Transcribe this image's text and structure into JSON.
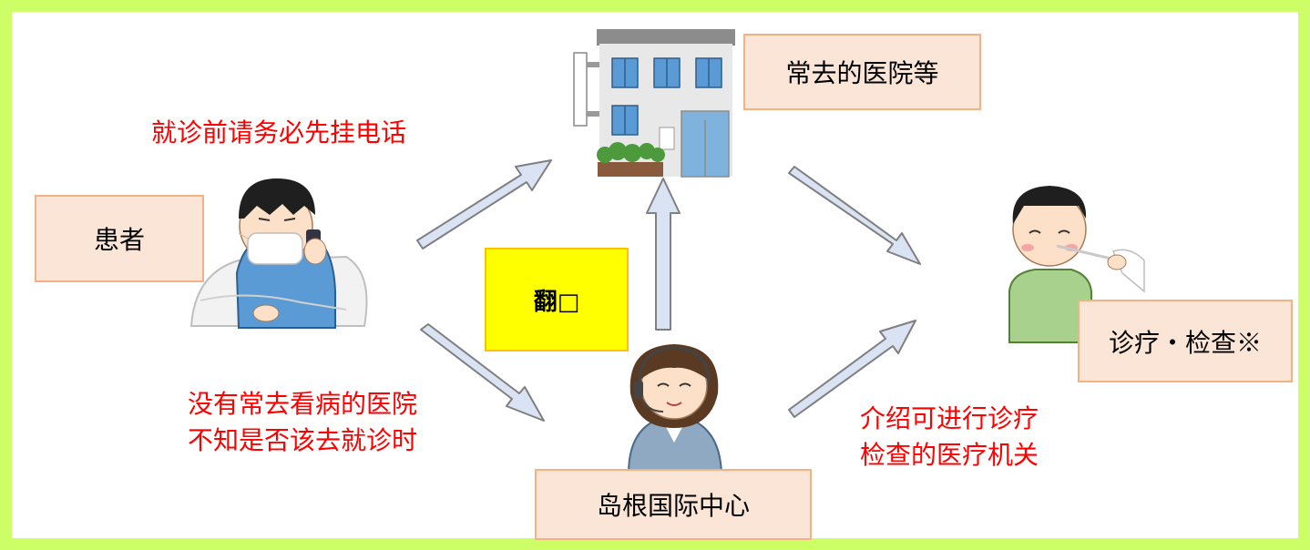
{
  "labels": {
    "clinic": "常去的医院等",
    "patient": "患者",
    "exam": "诊疗・检查※",
    "center": "岛根国际中心",
    "interpret": "翻□"
  },
  "notes": {
    "call_first": "就诊前请务必先挂电话",
    "no_clinic_line1": "没有常去看病的医院",
    "no_clinic_line2": "不知是否该去就诊时",
    "introduce_line1": "介绍可进行诊疗",
    "introduce_line2": "检查的医疗机关"
  },
  "colors": {
    "frame": "#ccff66",
    "box_fill": "#fbe5d6",
    "box_border": "#f4b183",
    "note_text": "#ff0000",
    "arrow_fill": "#dae3f3",
    "arrow_stroke": "#7f7f7f",
    "interpret_fill": "#ffff00"
  },
  "icons": [
    "clinic-building-icon",
    "sick-patient-phone-icon",
    "nasal-swab-test-icon",
    "call-center-operator-icon"
  ]
}
